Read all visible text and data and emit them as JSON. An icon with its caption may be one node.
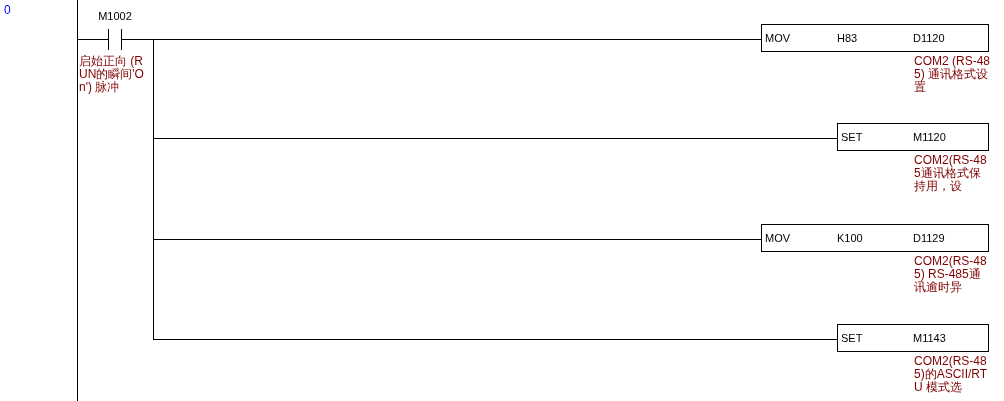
{
  "diagram": {
    "nodes": [
      {
        "text": [],
        "shape": "bar"
      },
      {
        "text": [
          "M1002"
        ],
        "beside": [
          "启始正向 (RUN的瞬间'On') 脉冲"
        ]
      },
      {
        "text": [
          "MOV",
          "H83",
          "D1120"
        ],
        "beside": [
          "COM2 (RS-485) 通讯格式设置"
        ]
      },
      {
        "text": [
          "SET",
          "M1120"
        ],
        "beside": [
          "COM2(RS-485通讯格式保持用，设"
        ]
      },
      {
        "text": [
          "MOV",
          "K100",
          "D1129"
        ],
        "beside": [
          "COM2(RS-485) RS-485通讯逾时异"
        ]
      },
      {
        "text": [
          "SET",
          "M1143"
        ],
        "beside": [
          "COM2(RS-485)的ASCII/RTU 模式选"
        ]
      }
    ],
    "edges": [
      {
        "from": 0,
        "to": 1,
        "arrow": "none"
      },
      {
        "from": 1,
        "to": 2,
        "arrow": "none"
      },
      {
        "from": 1,
        "to": 3,
        "arrow": "none"
      },
      {
        "from": 1,
        "to": 4,
        "arrow": "none"
      },
      {
        "from": 1,
        "to": 5,
        "arrow": "none"
      }
    ],
    "labels": [
      "0"
    ]
  }
}
